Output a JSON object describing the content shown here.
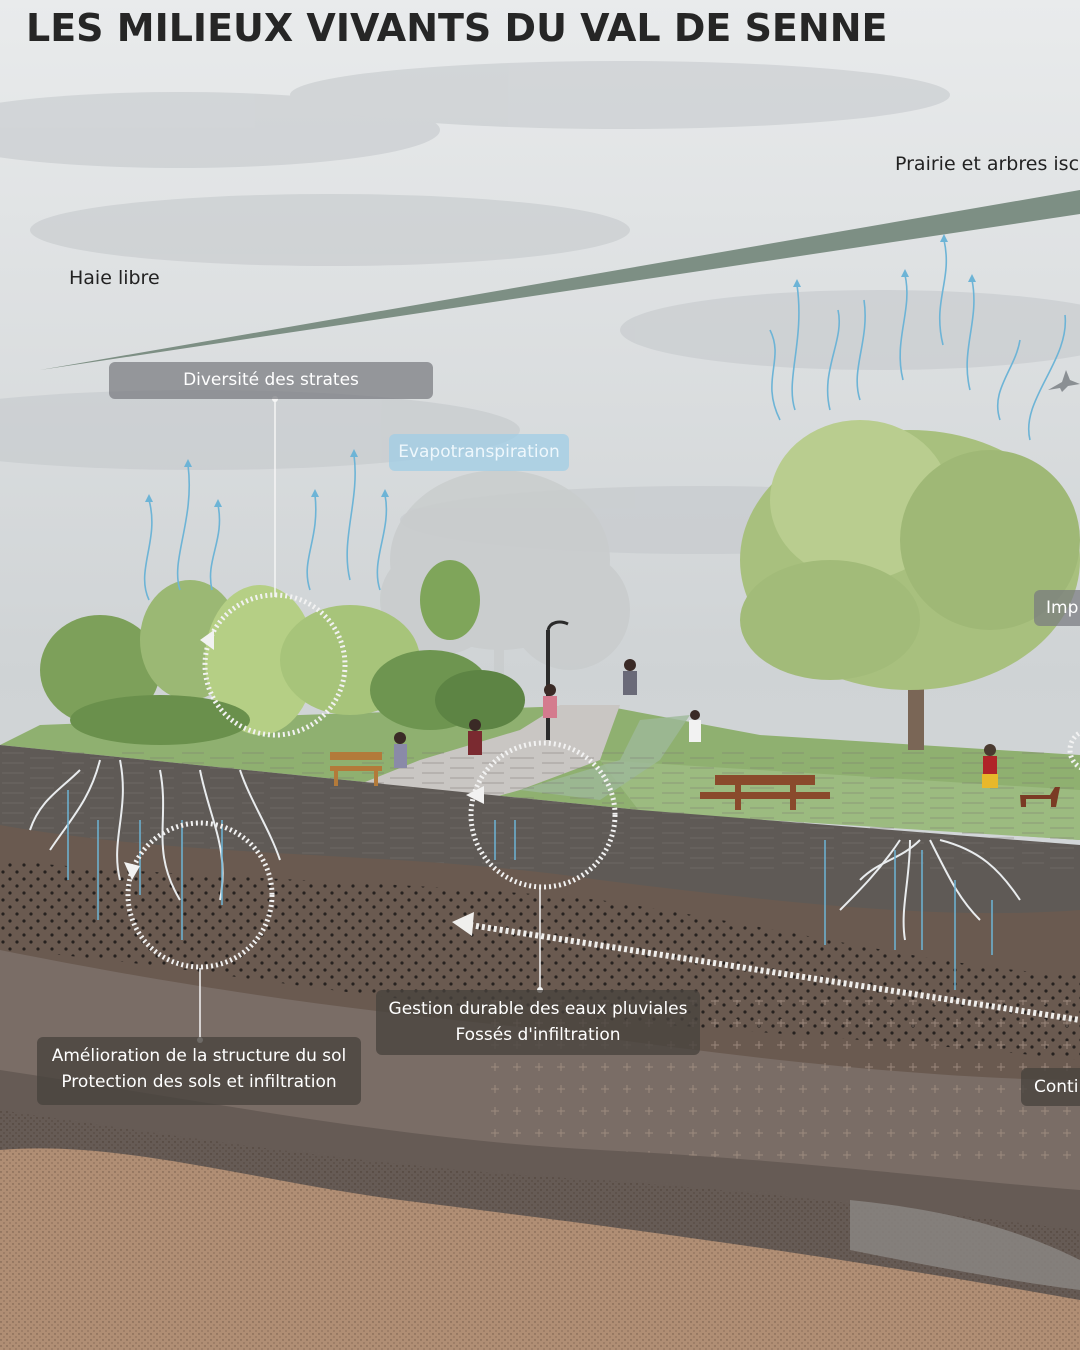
{
  "title": "LES MILIEUX VIVANTS DU VAL DE SENNE",
  "labels": {
    "prairie": "Prairie et arbres isc",
    "haie": "Haie libre",
    "diversite": "Diversité des strates",
    "evapo": "Evapotranspiration",
    "imp": "Imp",
    "gestion_1": "Gestion durable des eaux pluviales",
    "gestion_2": "Fossés d'infiltration",
    "amelioration_1": "Amélioration de la structure du sol",
    "amelioration_2": "Protection des sols et infiltration",
    "conti": "Conti"
  },
  "colors": {
    "sky": "#d6dadc",
    "grass": "#8fb070",
    "soil_top": "#5f5a56",
    "soil_mid": "#6e6058",
    "soil_deep": "#b08e74",
    "water": "#6db4d6"
  }
}
